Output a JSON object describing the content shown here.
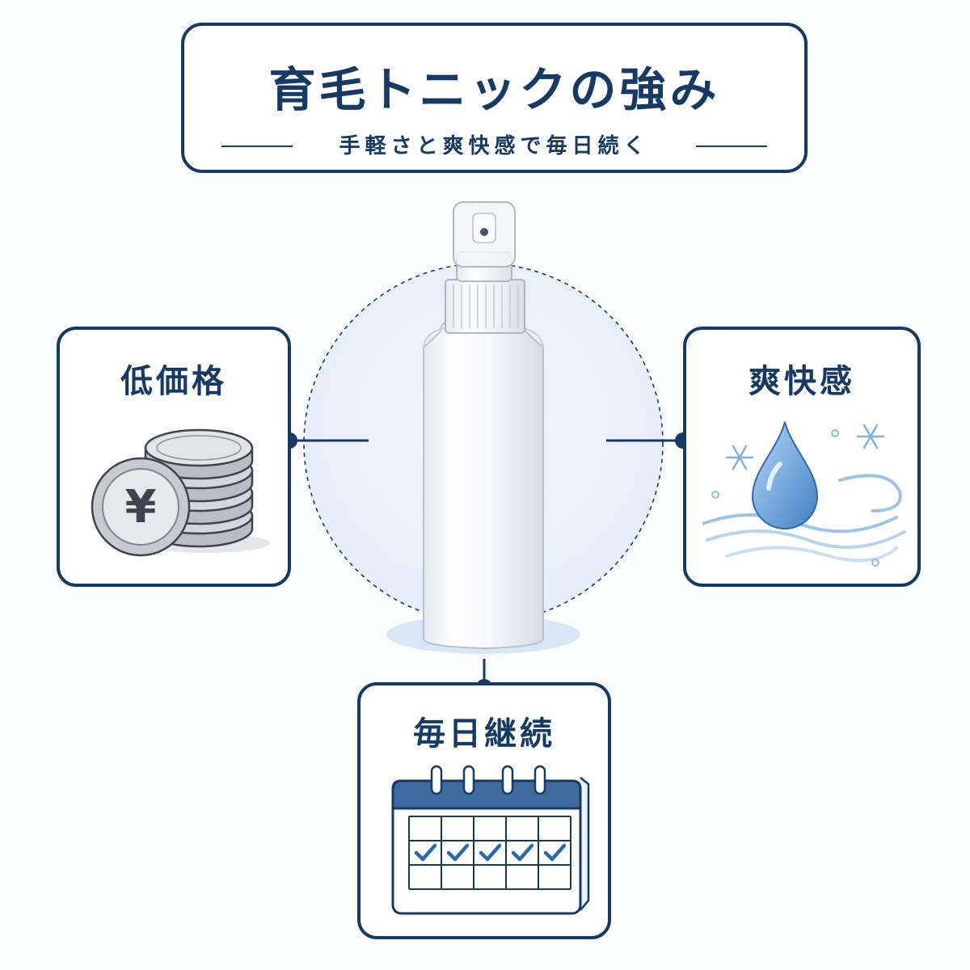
{
  "header": {
    "title": "育毛トニックの強み",
    "subtitle": "手軽さと爽快感で毎日続く"
  },
  "features": [
    {
      "label": "低価格",
      "icon": "yen-coins-icon"
    },
    {
      "label": "爽快感",
      "icon": "water-drop-icon"
    },
    {
      "label": "毎日継続",
      "icon": "calendar-icon"
    }
  ],
  "icons": {
    "coin_symbol": "¥"
  },
  "calendar": {
    "checked_days": 5
  },
  "colors": {
    "navy": "#163a66",
    "accent_blue": "#4f8fd0",
    "light_blue": "#9cc3ea",
    "circle_bg": "#eef3fa",
    "coin_gray": "#c9ccd2"
  }
}
